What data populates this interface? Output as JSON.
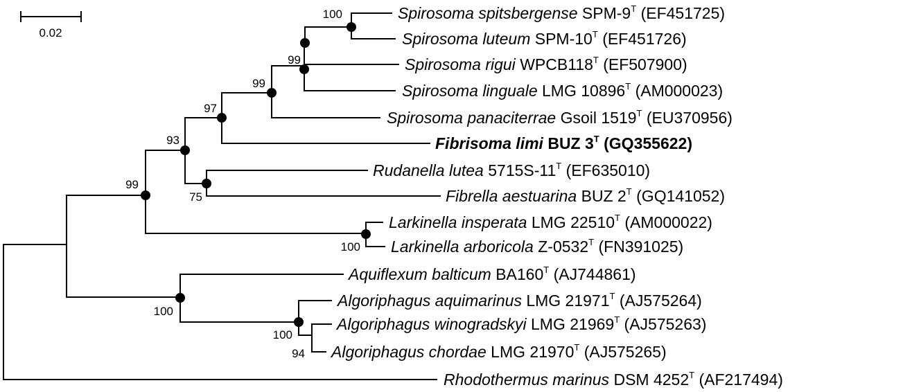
{
  "scale_bar": {
    "label": "0.02"
  },
  "leaves": [
    {
      "genus": "Spirosoma spitsbergense",
      "strain": "SPM-9",
      "type": "T",
      "accession": "(EF451725)"
    },
    {
      "genus": "Spirosoma luteum",
      "strain": "SPM-10",
      "type": "T",
      "accession": "(EF451726)"
    },
    {
      "genus": "Spirosoma rigui",
      "strain": "WPCB118",
      "type": "T",
      "accession": "(EF507900)"
    },
    {
      "genus": "Spirosoma linguale",
      "strain": "LMG 10896",
      "type": "T",
      "accession": "(AM000023)"
    },
    {
      "genus": "Spirosoma panaciterrae",
      "strain": "Gsoil 1519",
      "type": "T",
      "accession": "(EU370956)"
    },
    {
      "genus": "Fibrisoma limi",
      "strain": "BUZ 3",
      "type": "T",
      "accession": "(GQ355622)",
      "bold": true
    },
    {
      "genus": "Rudanella lutea",
      "strain": "5715S-11",
      "type": "T",
      "accession": "(EF635010)"
    },
    {
      "genus": "Fibrella aestuarina",
      "strain": "BUZ 2",
      "type": "T",
      "accession": "(GQ141052)"
    },
    {
      "genus": "Larkinella insperata",
      "strain": "LMG 22510",
      "type": "T",
      "accession": "(AM000022)"
    },
    {
      "genus": "Larkinella arboricola",
      "strain": "Z-0532",
      "type": "T",
      "accession": "(FN391025)"
    },
    {
      "genus": "Aquiflexum balticum",
      "strain": "BA160",
      "type": "T",
      "accession": "(AJ744861)"
    },
    {
      "genus": "Algoriphagus aquimarinus",
      "strain": "LMG 21971",
      "type": "T",
      "accession": "(AJ575264)"
    },
    {
      "genus": "Algoriphagus winogradskyi",
      "strain": "LMG 21969",
      "type": "T",
      "accession": "(AJ575263)"
    },
    {
      "genus": "Algoriphagus chordae",
      "strain": "LMG 21970",
      "type": "T",
      "accession": "(AJ575265)"
    },
    {
      "genus": "Rhodothermus marinus",
      "strain": "DSM 4252",
      "type": "T",
      "accession": "(AF217494)"
    }
  ],
  "bootstrap": [
    "100",
    "99",
    "99",
    "97",
    "93",
    "75",
    "99",
    "100",
    "100",
    "100",
    "94"
  ]
}
